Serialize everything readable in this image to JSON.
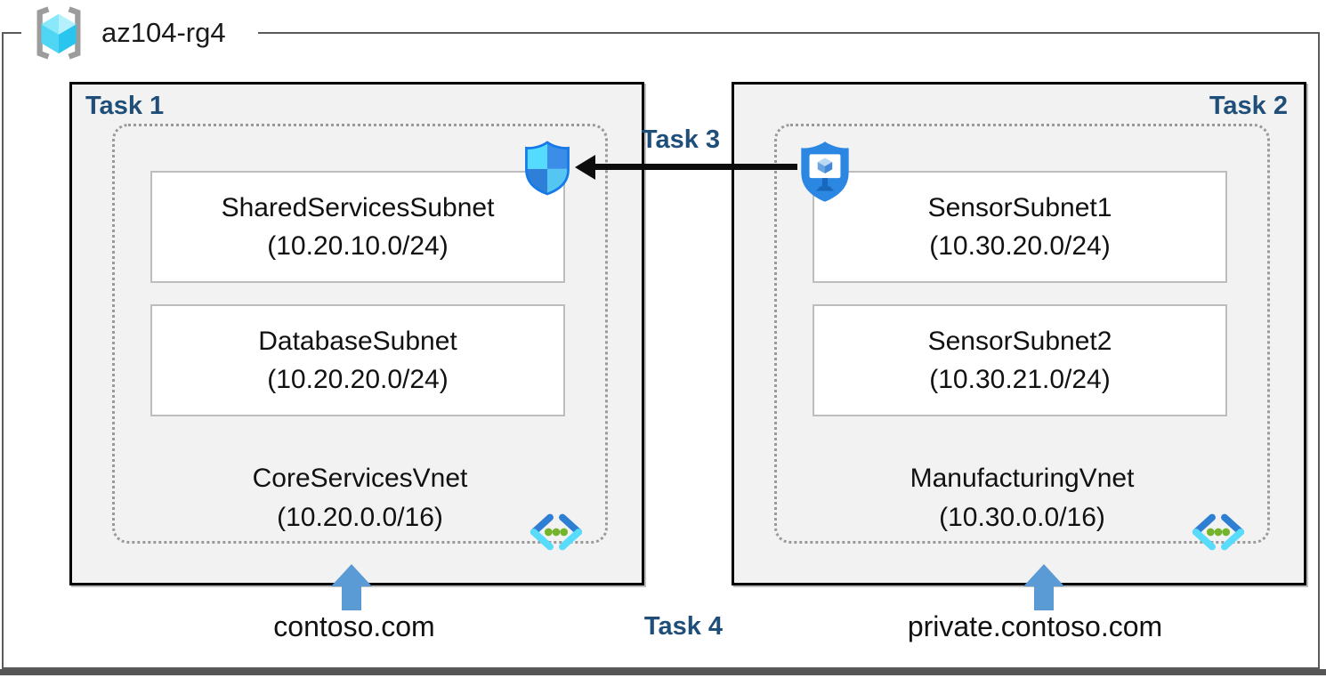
{
  "resource_group": {
    "name": "az104-rg4"
  },
  "labels": {
    "task1": "Task 1",
    "task2": "Task 2",
    "task3": "Task 3",
    "task4": "Task 4"
  },
  "vnets": [
    {
      "name": "CoreServicesVnet",
      "cidr": "(10.20.0.0/16)",
      "dns_zone": "contoso.com",
      "subnets": [
        {
          "name": "SharedServicesSubnet",
          "cidr": "(10.20.10.0/24)"
        },
        {
          "name": "DatabaseSubnet",
          "cidr": "(10.20.20.0/24)"
        }
      ]
    },
    {
      "name": "ManufacturingVnet",
      "cidr": "(10.30.0.0/16)",
      "dns_zone": "private.contoso.com",
      "subnets": [
        {
          "name": "SensorSubnet1",
          "cidr": "(10.30.20.0/24)"
        },
        {
          "name": "SensorSubnet2",
          "cidr": "(10.30.21.0/24)"
        }
      ]
    }
  ],
  "icons": {
    "resource_group": "resource-group-cube-icon",
    "network_security_group": "nsg-shield-icon",
    "application_security_group": "asg-shield-monitor-icon",
    "virtual_network": "virtual-network-brackets-icon",
    "dns_pointer": "blue-up-arrow-icon"
  },
  "colors": {
    "task_label": "#1F4E79",
    "box_background": "#F2F2F2",
    "box_border": "#000000",
    "frame_border": "#5A5A5A",
    "subnet_border": "#BDBDBD",
    "dotted_border": "#9A9A9A",
    "up_arrow": "#5B9BD5",
    "peering_arrow": "#0D0D0D",
    "nsg_light": "#54DBFD",
    "nsg_dark": "#3A8EE8",
    "asg_shield": "#2B87E2",
    "vnet_bracket_dark": "#2E7FD4",
    "vnet_bracket_light": "#59DBFB",
    "vnet_dots_green": "#74B42C"
  }
}
